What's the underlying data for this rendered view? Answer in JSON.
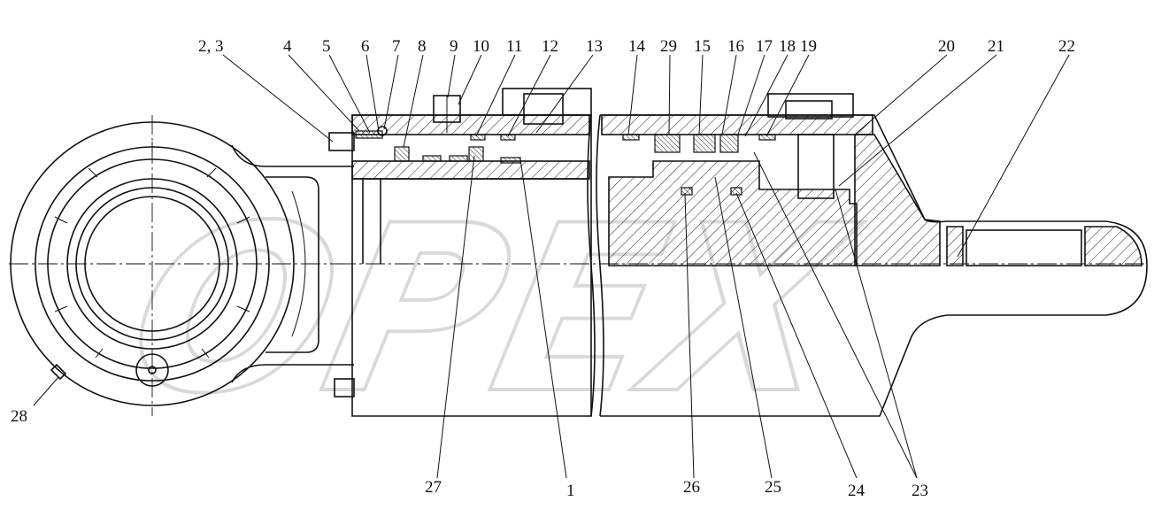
{
  "watermark": "OPEX",
  "corner_mark": "",
  "callouts": {
    "c23": "2, 3",
    "c4": "4",
    "c5": "5",
    "c6": "6",
    "c7": "7",
    "c8": "8",
    "c9": "9",
    "c10": "10",
    "c11": "11",
    "c12": "12",
    "c13": "13",
    "c14": "14",
    "c29": "29",
    "c15": "15",
    "c16": "16",
    "c17": "17",
    "c18": "18",
    "c19": "19",
    "c20": "20",
    "c21": "21",
    "c22": "22",
    "c28": "28",
    "c27": "27",
    "c1": "1",
    "c26": "26",
    "c25": "25",
    "c24": "24",
    "c23b": "23"
  }
}
